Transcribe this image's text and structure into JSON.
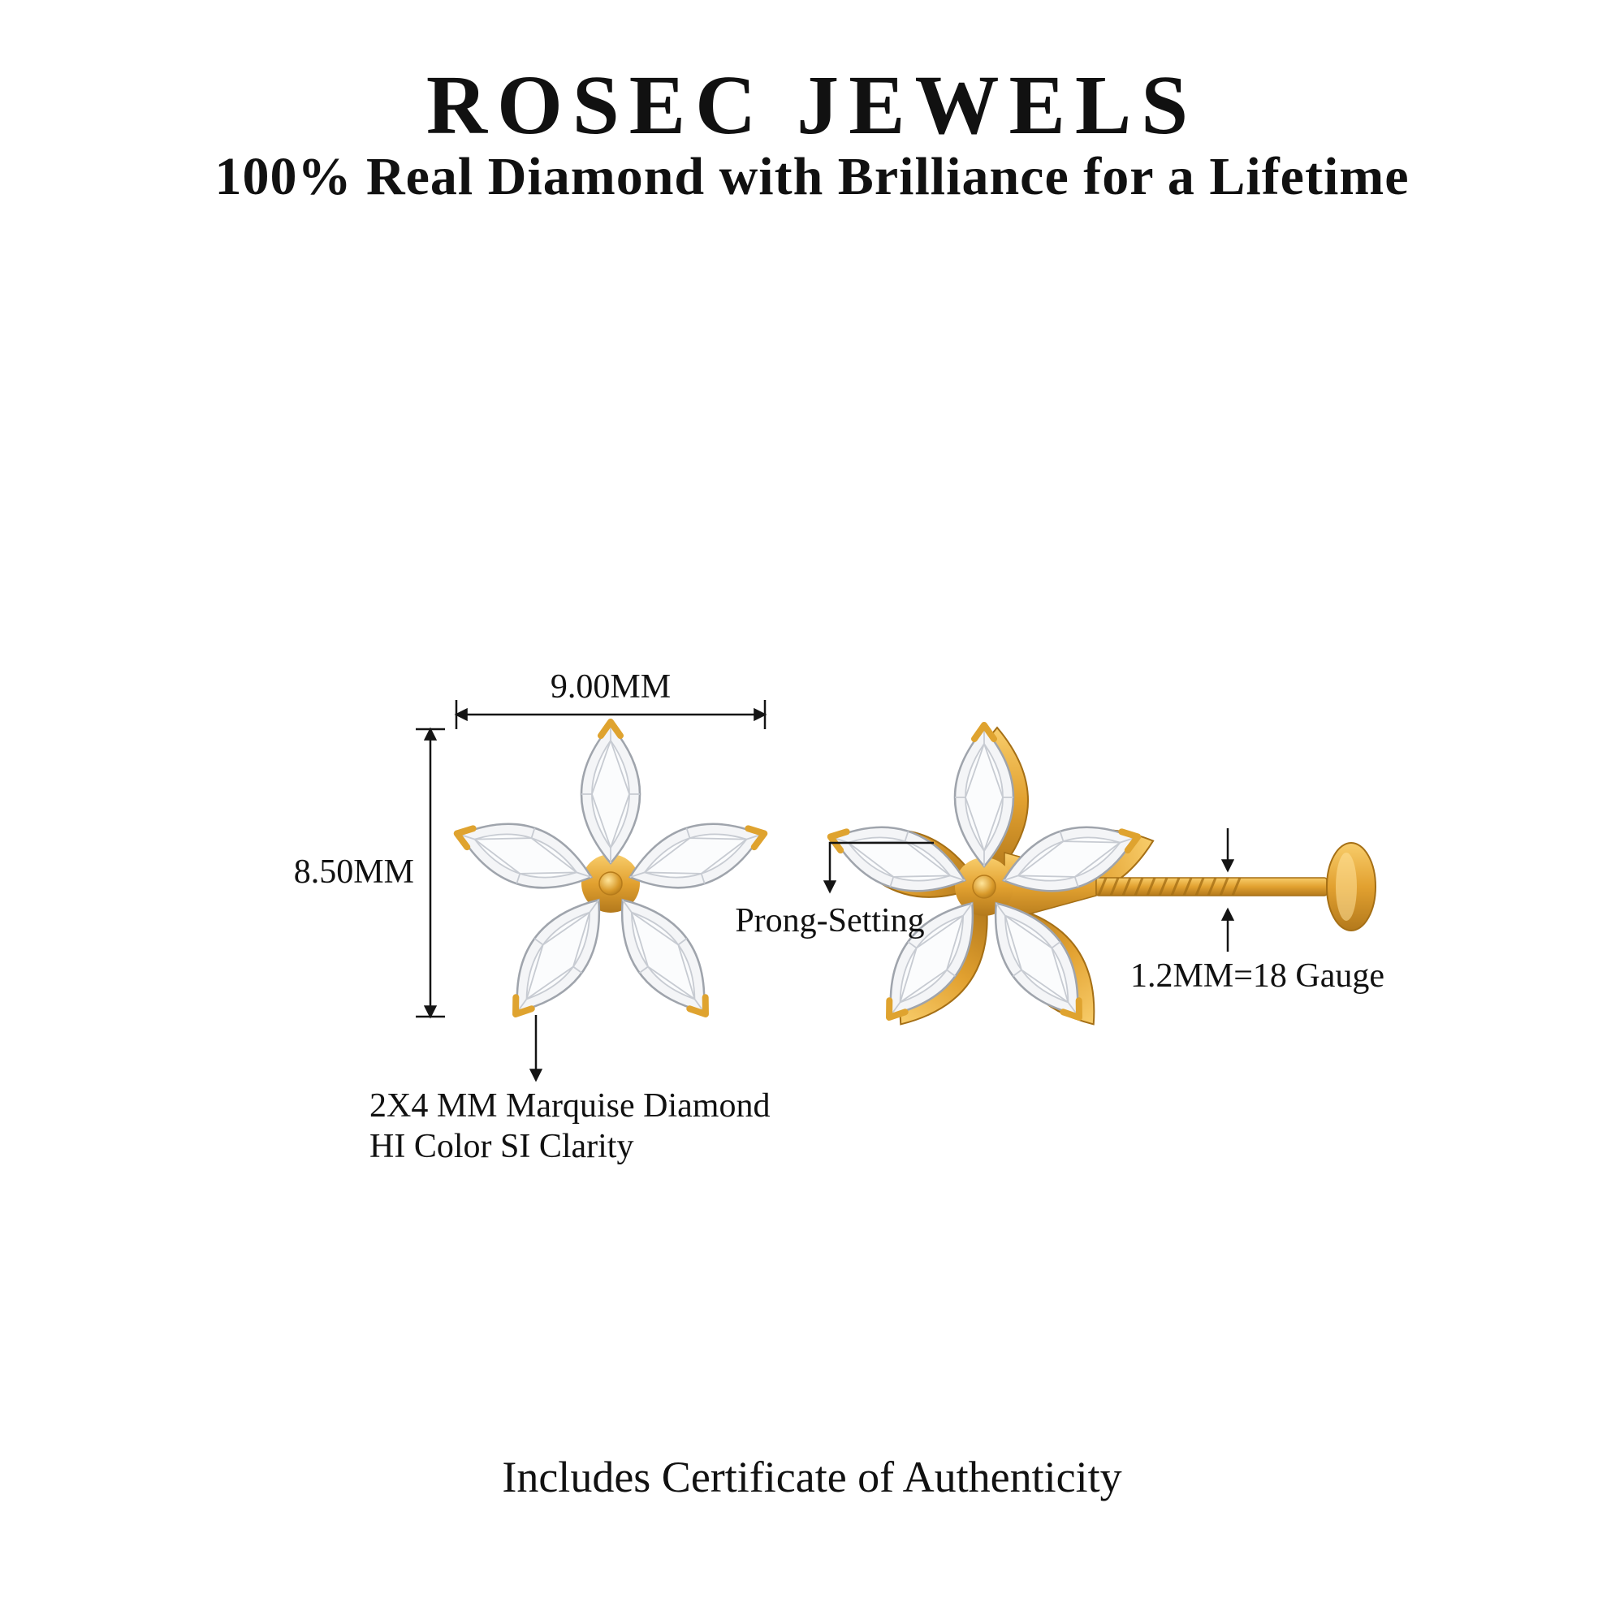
{
  "header": {
    "brand": "ROSEC JEWELS",
    "tagline": "100% Real Diamond with Brilliance for a Lifetime"
  },
  "diagram": {
    "front_view": {
      "width_label": "9.00MM",
      "height_label": "8.50MM",
      "stone_note_line1": "2X4 MM Marquise Diamond",
      "stone_note_line2": "HI Color SI Clarity"
    },
    "side_view": {
      "prong_label": "Prong-Setting",
      "gauge_label": "1.2MM=18 Gauge"
    }
  },
  "footer": {
    "certificate_note": "Includes Certificate of Authenticity"
  },
  "colors": {
    "gold": "#E2A130",
    "gold_dark": "#A56F15",
    "diamond": "#F4F5F7",
    "text": "#111111",
    "background": "#FFFFFF"
  }
}
